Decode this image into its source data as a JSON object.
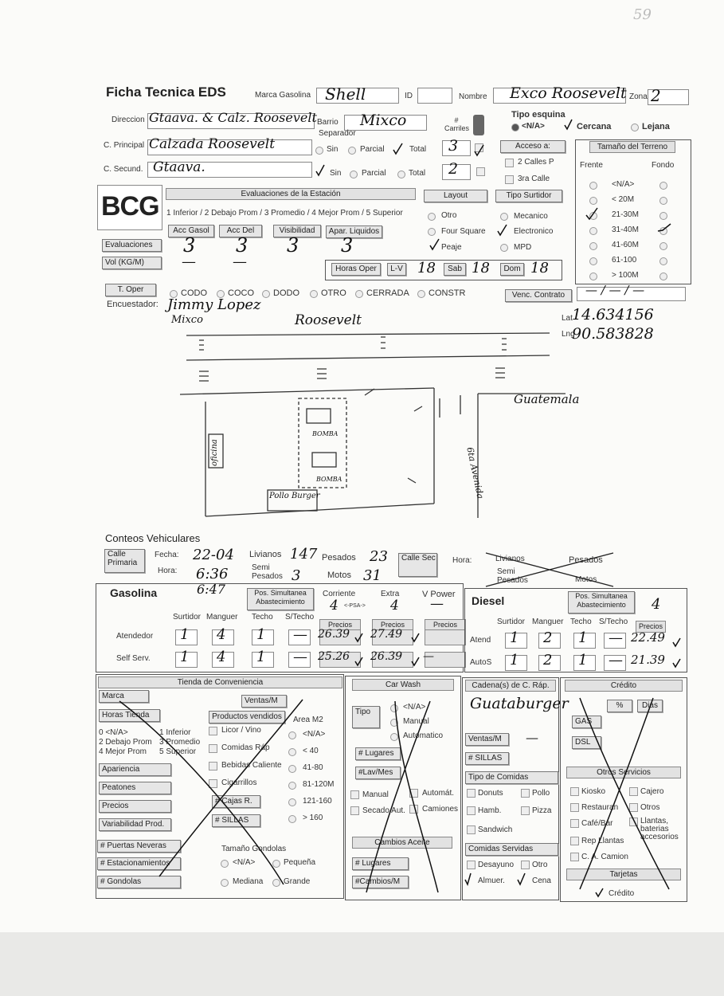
{
  "page_number": "59",
  "header": {
    "title": "Ficha Tecnica EDS",
    "marca_label": "Marca Gasolina",
    "marca_value": "Shell",
    "id_label": "ID",
    "nombre_label": "Nombre",
    "nombre_value": "Exco Roosevelt",
    "zona_label": "Zona",
    "zona_value": "2"
  },
  "direccion": {
    "label": "Direccion",
    "value": "Gtaava. & Calz. Roosevelt",
    "barrio_label": "Barrio",
    "barrio_value": "Mixco",
    "carriles_label": "# Carriles",
    "separador_label": "Separador",
    "tipo_esquina_label": "Tipo esquina",
    "tipo_esquina_options": [
      "<N/A>",
      "Cercana",
      "Lejana"
    ]
  },
  "calle_principal": {
    "label": "C. Principal",
    "value": "Calzada Roosevelt",
    "carriles": "3"
  },
  "calle_secund": {
    "label": "C. Secund.",
    "value": "Gtaava.",
    "carriles": "2"
  },
  "sep_options": [
    "Sin",
    "Parcial",
    "Total"
  ],
  "acceso": {
    "label": "Acceso a:",
    "options": [
      "2 Calles P",
      "3ra Calle"
    ]
  },
  "terreno": {
    "title": "Tamaño del Terreno",
    "frente": "Frente",
    "fondo": "Fondo",
    "options": [
      "<N/A>",
      "< 20M",
      "21-30M",
      "31-40M",
      "41-60M",
      "61-100",
      "> 100M"
    ]
  },
  "logo": "BCG",
  "evaluaciones": {
    "title": "Evaluaciones de la Estación",
    "scale": "1 Inferior / 2 Debajo Prom / 3 Promedio / 4 Mejor Prom / 5 Superior",
    "cols": [
      "Acc Gasol",
      "Acc Del",
      "Visibilidad",
      "Apar. Liquidos"
    ],
    "row_label": "Evaluaciones",
    "values": [
      "3",
      "3",
      "3",
      "3"
    ],
    "vol_label": "Vol (KG/M)",
    "vol_values": [
      "—",
      "—"
    ]
  },
  "layout": {
    "label": "Layout",
    "options": [
      "Otro",
      "Four Square",
      "Peaje"
    ]
  },
  "tipo_surtidor": {
    "label": "Tipo Surtidor",
    "options": [
      "Mecanico",
      "Electronico",
      "MPD"
    ]
  },
  "horas": {
    "label": "Horas Oper",
    "lv_label": "L-V",
    "lv": "18",
    "sab_label": "Sab",
    "sab": "18",
    "dom_label": "Dom",
    "dom": "18"
  },
  "toper": {
    "label": "T. Oper",
    "options": [
      "CODO",
      "COCO",
      "DODO",
      "OTRO",
      "CERRADA",
      "CONSTR"
    ],
    "venc_label": "Venc. Contrato",
    "venc_value": "— / — / —"
  },
  "encuestador": {
    "label": "Encuestador:",
    "value": "Jimmy Lopez"
  },
  "coords": {
    "lat_label": "Lat",
    "lat": "14.634156",
    "lng_label": "Lng",
    "lng": "90.583828"
  },
  "sketch": {
    "top_left": "Mixco",
    "top_road": "Roosevelt",
    "right_road": "Guatemala",
    "side_road": "6ta Avenida",
    "office": "oficina",
    "burger": "Pollo Burger",
    "pump": "BOMBA"
  },
  "conteos": {
    "title": "Conteos Vehiculares",
    "calle_primaria": "Calle Primaria",
    "fecha_label": "Fecha:",
    "fecha": "22-04",
    "hora_label": "Hora:",
    "hora": "6:36",
    "hora2": "6:47",
    "livianos_label": "Livianos",
    "livianos": "147",
    "pesados_label": "Pesados",
    "pesados": "23",
    "semi_label": "Semi Pesados",
    "semi": "3",
    "motos_label": "Motos",
    "motos": "31",
    "calle_sec": "Calle Sec",
    "hora_sec": "Hora:",
    "liv2": "Livianos",
    "pes2": "Pesados",
    "semi2": "Semi Pesados",
    "motos2": "Motos"
  },
  "gasolina": {
    "title": "Gasolina",
    "pos_sim": "Pos. Simultanea Abastecimiento",
    "corriente": "Corriente",
    "extra": "Extra",
    "vpower": "V Power",
    "sim_corr": "4",
    "sim_note": "<-PSA->",
    "sim_extra": "4",
    "sim_vp": "—",
    "cols": [
      "Surtidor",
      "Manguer",
      "Techo",
      "S/Techo",
      "Precios",
      "Precios",
      "Precios"
    ],
    "rows": [
      {
        "label": "Atendedor",
        "surtidor": "1",
        "manguer": "4",
        "techo": "1",
        "stecho": "—",
        "p1": "26.39",
        "p2": "27.49",
        "p3": ""
      },
      {
        "label": "Self Serv.",
        "surtidor": "1",
        "manguer": "4",
        "techo": "1",
        "stecho": "—",
        "p1": "25.26",
        "p2": "26.39",
        "p3": "—"
      }
    ]
  },
  "diesel": {
    "title": "Diesel",
    "pos_sim": "Pos. Simultanea Abastecimiento",
    "sim": "4",
    "cols": [
      "Surtidor",
      "Manguer",
      "Techo",
      "S/Techo",
      "Precios"
    ],
    "rows": [
      {
        "label": "Atend",
        "surtidor": "1",
        "manguer": "2",
        "techo": "1",
        "stecho": "—",
        "p": "22.49"
      },
      {
        "label": "AutoS",
        "surtidor": "1",
        "manguer": "2",
        "techo": "1",
        "stecho": "—",
        "p": "21.39"
      }
    ]
  },
  "tienda": {
    "title": "Tienda de Conveniencia",
    "marca": "Marca",
    "ventas": "Ventas/M",
    "horas": "Horas Tienda",
    "productos": "Productos vendidos",
    "area": "Area M2",
    "scale_l": [
      "0 <N/A>",
      "2 Debajo Prom",
      "4 Mejor Prom"
    ],
    "scale_r": [
      "1 Inferior",
      "3 Promedio",
      "5 Superior"
    ],
    "productos_list": [
      "Licor / Vino",
      "Comidas Ráp",
      "Bebidas Caliente",
      "Cigarrillos"
    ],
    "area_list": [
      "<N/A>",
      "< 40",
      "41-80",
      "81-120M",
      "121-160",
      "> 160"
    ],
    "eval_list": [
      "Apariencia",
      "Peatones",
      "Precios",
      "Variabilidad Prod."
    ],
    "cajas": "# Cajas R.",
    "sillas": "# SILLAS",
    "puertas": "# Puertas Neveras",
    "estac": "# Estacionamientos",
    "gondolas": "# Gondolas",
    "tam_gondolas": "Tamaño Gondolas",
    "gondola_opts": [
      "<N/A>",
      "Pequeña",
      "Mediana",
      "Grande"
    ]
  },
  "carwash": {
    "title": "Car Wash",
    "tipo": "Tipo",
    "tipo_opts": [
      "<N/A>",
      "Manual",
      "Automatico"
    ],
    "lugares": "# Lugares",
    "lavmes": "#Lav/Mes",
    "checks": [
      "Manual",
      "Automát.",
      "Secado Aut.",
      "Camiones"
    ],
    "cambios": "Cambios Aceite",
    "c_lugares": "# Lugares",
    "c_mes": "#Cambios/M"
  },
  "cadenas": {
    "title": "Cadena(s) de C. Ráp.",
    "value": "Guataburger",
    "ventas": "Ventas/M",
    "ventas_val": "—",
    "sillas": "# SILLAS",
    "tipo_comidas": "Tipo de Comidas",
    "comidas": [
      "Donuts",
      "Pollo",
      "Hamb.",
      "Pizza",
      "Sandwich"
    ],
    "servidas": "Comidas Servidas",
    "servidas_opts": [
      "Desayuno",
      "Otro",
      "Almuer.",
      "Cena"
    ]
  },
  "credito": {
    "title": "Crédito",
    "pct": "%",
    "dias": "Dias",
    "gas": "GAS",
    "dsl": "DSL",
    "otros_title": "Otros Servicios",
    "otros": [
      "Kiosko",
      "Cajero",
      "Restauran",
      "Otros",
      "Café/Bar",
      "Llantas, baterias accesorios",
      "Rep Llantas",
      "C. A. Camion"
    ],
    "tarjetas": "Tarjetas",
    "tarjetas_opt": "Crédito"
  }
}
